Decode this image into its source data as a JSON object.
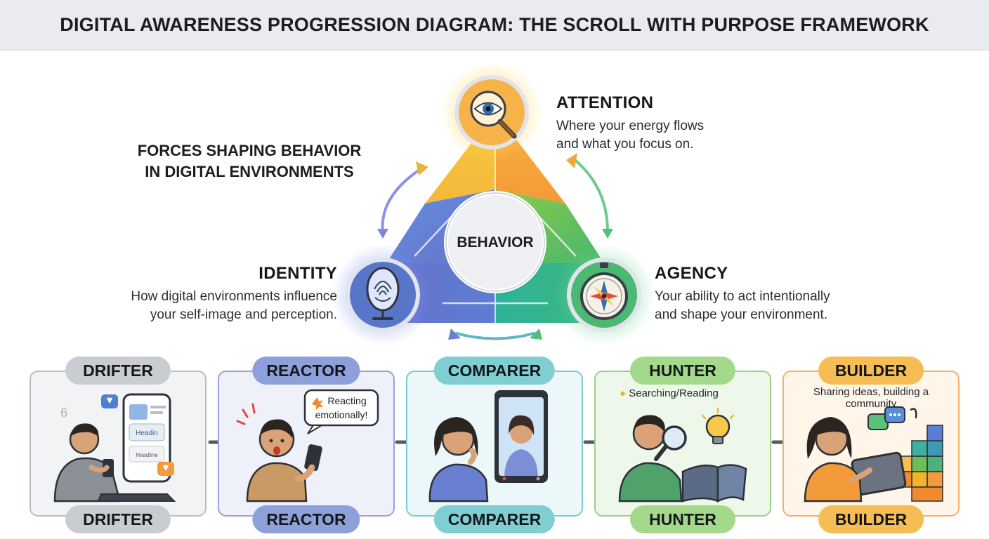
{
  "header": {
    "title": "DIGITAL AWARENESS PROGRESSION DIAGRAM: THE SCROLL WITH PURPOSE FRAMEWORK"
  },
  "forces": {
    "title_line1": "FORCES SHAPING BEHAVIOR",
    "title_line2": "IN DIGITAL ENVIRONMENTS"
  },
  "center": {
    "label": "BEHAVIOR"
  },
  "pillars": {
    "attention": {
      "title": "ATTENTION",
      "line1": "Where your energy flows",
      "line2": "and what you focus on.",
      "icon": "eye-magnifier-icon",
      "color": "#f7b733"
    },
    "identity": {
      "title": "IDENTITY",
      "line1": "How digital environments influence",
      "line2": "your self-image and perception.",
      "icon": "fingerprint-mirror-icon",
      "color": "#6a7fd6"
    },
    "agency": {
      "title": "AGENCY",
      "line1": "Your ability to act intentionally",
      "line2": "and shape your environment.",
      "icon": "compass-icon",
      "color": "#4fc07a"
    }
  },
  "stages": [
    {
      "key": "drifter",
      "label": "DRIFTER",
      "caption": "",
      "bubble": "",
      "card_text_1": "Headin",
      "card_text_2": "Headline",
      "accent": "#9aa0a8"
    },
    {
      "key": "reactor",
      "label": "REACTOR",
      "caption": "",
      "bubble": "Reacting emotionally!",
      "accent": "#6f85d0"
    },
    {
      "key": "comparer",
      "label": "COMPARER",
      "caption": "",
      "bubble": "",
      "accent": "#4fb6bd"
    },
    {
      "key": "hunter",
      "label": "HUNTER",
      "caption": "Searching/Reading",
      "bubble": "",
      "accent": "#6cbf55"
    },
    {
      "key": "builder",
      "label": "BUILDER",
      "caption": "Sharing ideas, building a community",
      "bubble": "",
      "accent": "#f08a2c"
    }
  ]
}
